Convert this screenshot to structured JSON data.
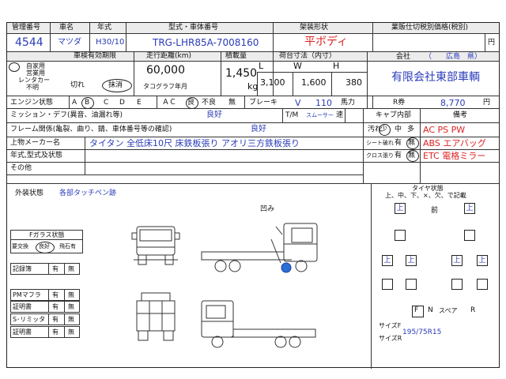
{
  "header": {
    "kanri_label": "管理番号",
    "shamei_label": "車名",
    "nenshiki_label": "年式",
    "katashiki_label": "型式・車体番号",
    "kasou_label": "架装形状",
    "kakaku_label": "業販仕切税別価格(税別)"
  },
  "row1": {
    "kanri_no": "4544",
    "shamei": "マツダ",
    "nenshiki": "H30/10",
    "katashiki": "TRG-LHR85A-7008160",
    "kasou": "平ボディ",
    "yen_label": "円"
  },
  "row2": {
    "shaken_label": "車検有効期限",
    "kyori_label": "走行距離(km)",
    "sekisai_label": "積載量",
    "nidai_label": "荷台寸法（内寸）",
    "kaisha_label": "会社",
    "kaisha_value": "（　　広島　県）"
  },
  "row3": {
    "jika": "自家用",
    "eigyo": "営業用",
    "rental": "レンタカー",
    "fumei": "不明",
    "kire": "切れ",
    "massho": "抹消",
    "tacho": "タコグラフ年月",
    "kyori": "60,000",
    "sekisai": "1,450",
    "kg": "kg",
    "L_label": "L",
    "W_label": "W",
    "H_label": "H",
    "L": "3,100",
    "W": "1,600",
    "H": "380",
    "company": "有限会社東部車輌"
  },
  "row4": {
    "engine_label": "エンジン状態",
    "A": "A",
    "B": "B",
    "C": "C",
    "D": "D",
    "E": "E",
    "ac_label": "ＡＣ",
    "ac_ryo": "良",
    "ac_furyo": "不良",
    "ac_mu": "無",
    "brake_label": "ブレーキ",
    "brake": "V",
    "ps": "110",
    "bariki": "馬力",
    "rken_label": "R券",
    "rken": "8,770",
    "yen": "円"
  },
  "row5": {
    "mission_label": "ミッション・デフ(異音、油漏れ等)",
    "mission": "良好",
    "tm_label": "T/M",
    "tm": "スムーサー",
    "tm_speed": "速",
    "cab_label": "キャブ内部",
    "biko_label": "備考"
  },
  "row6": {
    "frame_label": "フレーム関係(亀裂、曲り、錆、車体番号等の確認)",
    "frame": "良好",
    "yogore_label": "汚れ",
    "sho": "少",
    "chu": "中",
    "ta": "多",
    "biko1": "AC PS PW"
  },
  "row7": {
    "uwamono_label": "上物メーカー名",
    "uwamono": "タイタン 全低床10尺 床鉄板張り アオリ三方鉄板張り",
    "seat_label": "シート破れ",
    "ari": "有",
    "nashi": "無",
    "biko2": "ABS エアバッグ"
  },
  "row8": {
    "nenshiki_jotai_label": "年式,型式及状態",
    "cloth_label": "クロス張り",
    "ari": "有",
    "nashi": "無",
    "biko3": "ETC 電格ミラー"
  },
  "row9": {
    "sonota_label": "その他"
  },
  "gaisou": {
    "label": "外装状態",
    "value": "各部タッチペン跡",
    "dent": "凹み"
  },
  "fglass": {
    "label": "Fガラス状態",
    "yokoukan": "要交換",
    "ryo": "良好",
    "tobiishi": "飛石有"
  },
  "records": [
    {
      "label": "記録簿",
      "ari": "有",
      "nashi": "無"
    },
    {
      "label": "PMマフラ",
      "ari": "有",
      "nashi": "無"
    },
    {
      "label": "証明書",
      "ari": "有",
      "nashi": "無"
    },
    {
      "label": "S･リミッタ",
      "ari": "有",
      "nashi": "無"
    },
    {
      "label": "証明書",
      "ari": "有",
      "nashi": "無"
    }
  ],
  "tire": {
    "title": "タイヤ状態",
    "legend": "上、中、下、×、欠、で記載",
    "mae": "前",
    "marks": [
      "上",
      "上",
      "上",
      "上",
      "上",
      "上"
    ],
    "F": "F",
    "N": "N",
    "spare": "スペア",
    "R": "R",
    "size_f_label": "サイズF",
    "size_f": "195/75R15",
    "size_r_label": "サイズR"
  }
}
